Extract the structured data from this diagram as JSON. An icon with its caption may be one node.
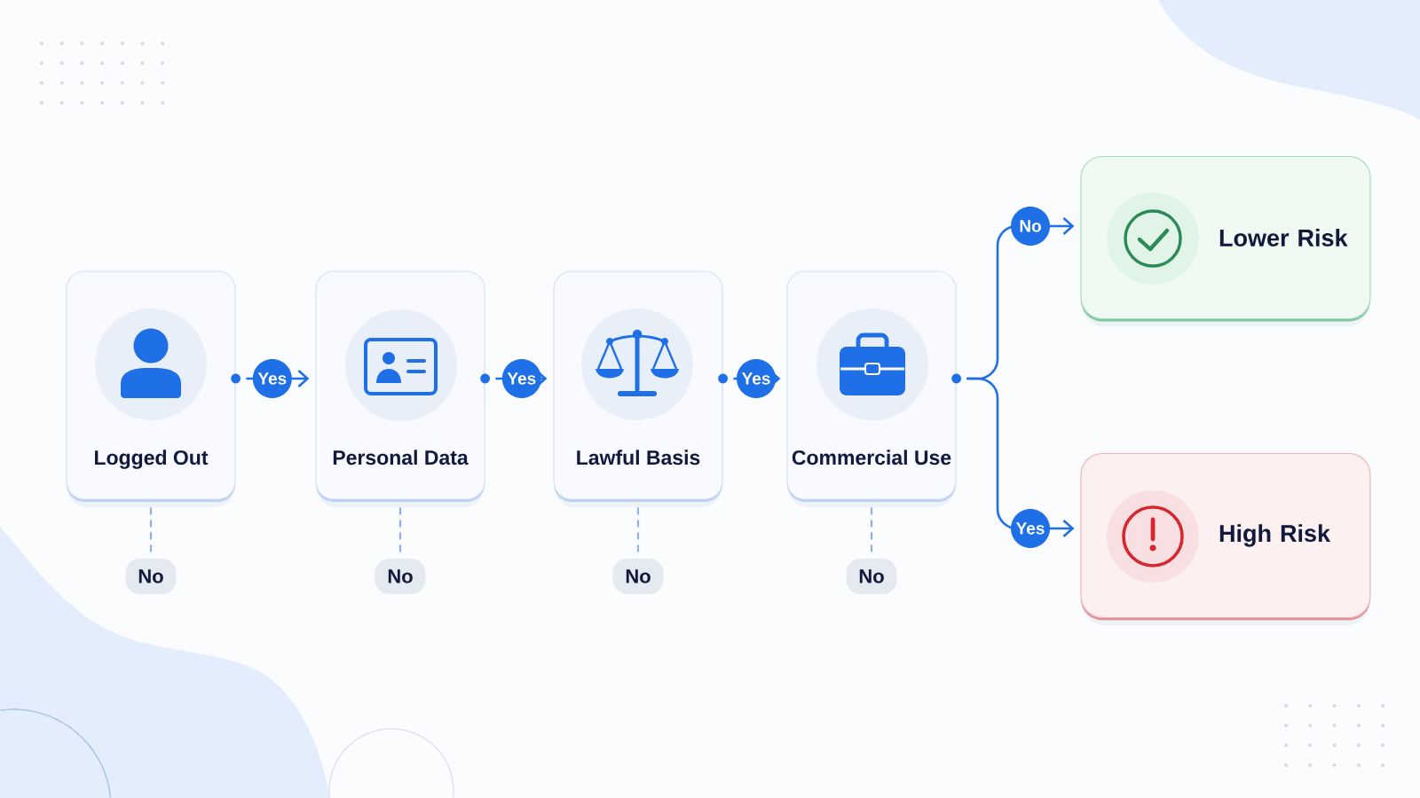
{
  "diagram": {
    "nodes": [
      {
        "text": [
          "Logged Out"
        ]
      },
      {
        "text": [
          "Personal Data"
        ]
      },
      {
        "text": [
          "Lawful Basis"
        ]
      },
      {
        "text": [
          "Commercial Use"
        ]
      },
      {
        "text": [
          "Lower Risk"
        ]
      },
      {
        "text": [
          "High Risk"
        ]
      },
      {
        "text": [
          "No"
        ]
      },
      {
        "text": [
          "No"
        ]
      },
      {
        "text": [
          "No"
        ]
      },
      {
        "text": [
          "No"
        ]
      }
    ],
    "edges": [
      {
        "from": 0,
        "to": 1,
        "arrow": "to",
        "label": "Yes"
      },
      {
        "from": 1,
        "to": 2,
        "arrow": "to",
        "label": "Yes"
      },
      {
        "from": 2,
        "to": 3,
        "arrow": "to",
        "label": "Yes"
      },
      {
        "from": 3,
        "to": 4,
        "arrow": "to",
        "label": "No"
      },
      {
        "from": 3,
        "to": 5,
        "arrow": "to",
        "label": "Yes"
      },
      {
        "from": 0,
        "to": 6,
        "arrow": "none",
        "style": "dashed",
        "color": "#8cb0ea"
      },
      {
        "from": 1,
        "to": 7,
        "arrow": "none",
        "style": "dashed",
        "color": "#8cb0ea"
      },
      {
        "from": 2,
        "to": 8,
        "arrow": "none",
        "style": "dashed",
        "color": "#8cb0ea"
      },
      {
        "from": 3,
        "to": 9,
        "arrow": "none",
        "style": "dashed",
        "color": "#8cb0ea"
      }
    ]
  }
}
